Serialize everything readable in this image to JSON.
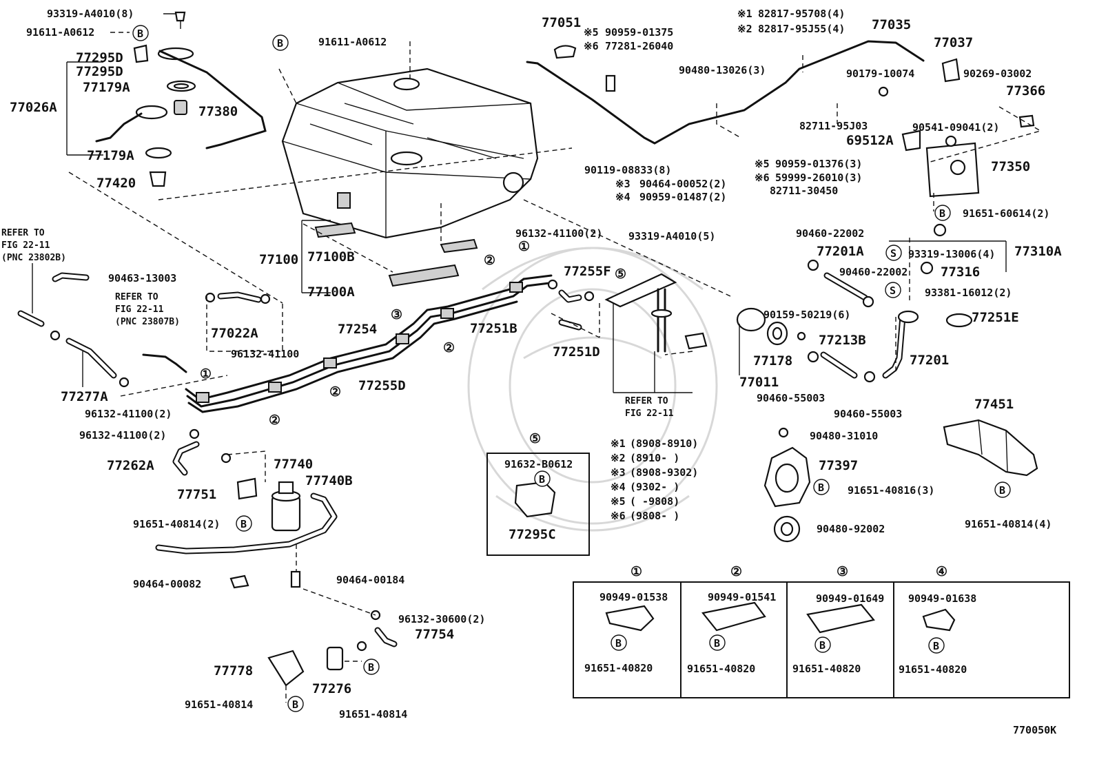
{
  "figure_code": "770050K",
  "labels": {
    "l01": "93319-A4010(8)",
    "l02": "91611-A0612",
    "l03": "77295D",
    "l04": "77295D",
    "l05": "77179A",
    "l06": "77026A",
    "l07": "77380",
    "l08": "77179A",
    "l09": "77420",
    "l10": "91611-A0612",
    "l11": "77051",
    "l12": "90959-01375",
    "l13": "77281-26040",
    "l14": "82817-95708(4)",
    "l15": "82817-95J55(4)",
    "l16": "77035",
    "l17": "77037",
    "l18": "90480-13026(3)",
    "l19": "90179-10074",
    "l20": "90269-03002",
    "l21": "77366",
    "l22": "82711-95J03",
    "l23": "90541-09041(2)",
    "l24": "69512A",
    "l25": "77350",
    "l26": "90119-08833(8)",
    "l27": "90959-01376(3)",
    "l28": "59999-26010(3)",
    "l29": "82711-30450",
    "l30": "90464-00052(2)",
    "l31": "90959-01487(2)",
    "l32": "91651-60614(2)",
    "l33": "REFER TO",
    "l34": "FIG 22-11",
    "l35": "(PNC 23802B)",
    "l36": "90463-13003",
    "l37": "REFER TO",
    "l38": "FIG 22-11",
    "l39": "(PNC 23807B)",
    "l40": "77022A",
    "l41": "96132-41100",
    "l42": "77100",
    "l43": "77100B",
    "l44": "77100A",
    "l45": "96132-41100(2)",
    "l46": "93319-A4010(5)",
    "l47": "77255F",
    "l48": "90460-22002",
    "l49": "77201A",
    "l50": "93319-13006(4)",
    "l51": "77310A",
    "l52": "90460-22002",
    "l53": "77316",
    "l54": "93381-16012(2)",
    "l55": "77254",
    "l56": "77251B",
    "l57": "90159-50219(6)",
    "l58": "77251E",
    "l59": "77277A",
    "l60": "96132-41100(2)",
    "l61": "77255D",
    "l62": "77251D",
    "l63": "77213B",
    "l64": "77178",
    "l65": "77201",
    "l66": "77011",
    "l67": "REFER TO",
    "l68": "FIG 22-11",
    "l69": "90460-55003",
    "l70": "90460-55003",
    "l71": "96132-41100(2)",
    "l72": "77451",
    "l73": "90480-31010",
    "l74": "77262A",
    "l75": "77740",
    "l76": "77740B",
    "l77": "91632-B0612",
    "l78": "77397",
    "l79": "77751",
    "l80": "91651-40816(3)",
    "l81": "91651-40814(2)",
    "l82": "77295C",
    "l83": "90480-92002",
    "l84": "91651-40814(4)",
    "l85": "90464-00082",
    "l86": "90464-00184",
    "l87": "96132-30600(2)",
    "l88": "77754",
    "l89": "77778",
    "l90": "77276",
    "l91": "91651-40814",
    "l92": "91651-40814",
    "k1": "90949-01538",
    "k2": "90949-01541",
    "k3": "90949-01649",
    "k4": "90949-01638",
    "kb1": "91651-40820",
    "kb2": "91651-40820",
    "kb3": "91651-40820",
    "kb4": "91651-40820"
  },
  "markers": {
    "m1": "※1",
    "m2": "※2",
    "m3": "※3",
    "m4": "※4",
    "m5": "※5",
    "m6": "※6",
    "n5a": "※5",
    "n6a": "※6",
    "n3a": "※3",
    "n4a": "※4"
  },
  "circles": {
    "b": "B",
    "s": "S",
    "c1": "①",
    "c2": "②",
    "c3": "③",
    "c4": "④",
    "c5": "⑤"
  },
  "notes": [
    {
      "marker": "※1",
      "text": "(8908-8910)"
    },
    {
      "marker": "※2",
      "text": "(8910-      )"
    },
    {
      "marker": "※3",
      "text": "(8908-9302)"
    },
    {
      "marker": "※4",
      "text": "(9302-      )"
    },
    {
      "marker": "※5",
      "text": "(      -9808)"
    },
    {
      "marker": "※6",
      "text": "(9808-      )"
    }
  ]
}
